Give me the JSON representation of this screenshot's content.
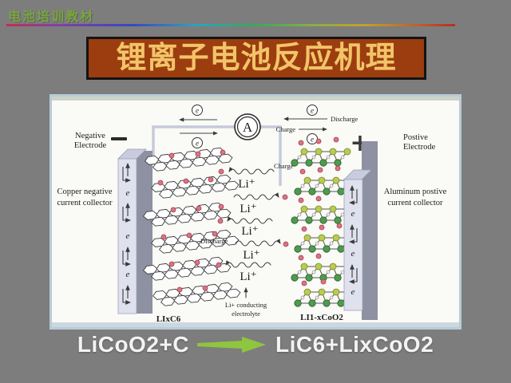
{
  "header": {
    "watermark": "电池培训教材"
  },
  "title_banner": {
    "text": "锂离子电池反应机理",
    "bg_color": "#9c3d0f",
    "text_color": "#f2c469"
  },
  "diagram": {
    "ammeter": "A",
    "electron": "e",
    "wire": {
      "discharge": "Discharge",
      "charge": "Charge"
    },
    "negative_electrode": {
      "line1": "Negative",
      "line2": "Electrode"
    },
    "positive_electrode": {
      "plus": "+",
      "line1": "Postive",
      "line2": "Electrode"
    },
    "copper_collector": {
      "line1": "Copper negative",
      "line2": "current collector"
    },
    "aluminum_collector": {
      "line1": "Aluminum postive",
      "line2": "current collector"
    },
    "center": {
      "charge": "Charge",
      "discharge": "Discharge",
      "li_ion": "Li⁺",
      "electrolyte_line1": "Li+ conducting",
      "electrolyte_line2": "electrolyte"
    },
    "anode_formula": "LIxC6",
    "cathode_formula": "LI1-xCoO2"
  },
  "equation": {
    "reactant": "LiCoO2+C",
    "product": "LiC6+LixCoO2",
    "arrow_color": "#8ec63f"
  }
}
